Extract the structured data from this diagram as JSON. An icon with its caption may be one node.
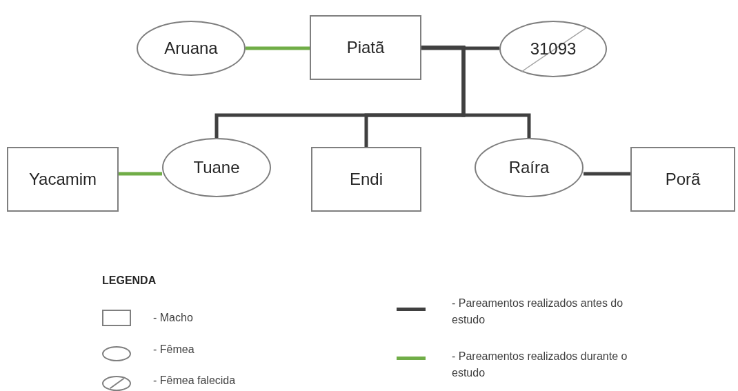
{
  "diagram": {
    "nodes": [
      {
        "text": [
          "Aruana"
        ]
      },
      {
        "text": [
          "Piatã"
        ]
      },
      {
        "text": [
          "31093"
        ]
      },
      {
        "text": [
          "Yacamim"
        ]
      },
      {
        "text": [
          "Tuane"
        ]
      },
      {
        "text": [
          "Endi"
        ]
      },
      {
        "text": [
          "Raíra"
        ]
      },
      {
        "text": [
          "Porã"
        ]
      }
    ],
    "edges": [
      {
        "from": 0,
        "to": 1,
        "arrow": "none",
        "color": "#70ad47"
      },
      {
        "from": 1,
        "to": 2,
        "arrow": "none"
      },
      {
        "from": 1,
        "to": 4,
        "arrow": "none"
      },
      {
        "from": 1,
        "to": 5,
        "arrow": "none"
      },
      {
        "from": 1,
        "to": 6,
        "arrow": "none"
      },
      {
        "from": 3,
        "to": 4,
        "arrow": "none",
        "color": "#70ad47"
      },
      {
        "from": 6,
        "to": 7,
        "arrow": "none"
      }
    ],
    "labels": [
      "LEGENDA"
    ],
    "legend": [
      {
        "text": "- Macho"
      },
      {
        "text": "- Fêmea"
      },
      {
        "text": "- Fêmea falecida"
      },
      {
        "text": "- Pareamentos realizados antes do estudo",
        "color": "#404040"
      },
      {
        "text": "- Pareamentos realizados durante o estudo",
        "color": "#70ad47"
      }
    ]
  }
}
